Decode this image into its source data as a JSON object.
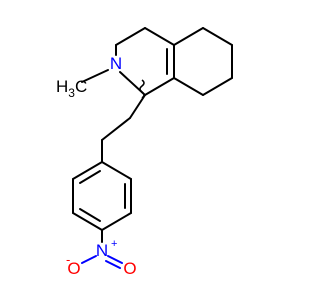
{
  "structure": {
    "atoms": {
      "nitrogen_ring": "N",
      "methyl": "H3C",
      "methyl_prefix": "H",
      "methyl_subscript": "3",
      "methyl_suffix": "C",
      "nitro_nitrogen": "N",
      "nitro_oxygen_left": "O",
      "nitro_oxygen_right": "O",
      "nitro_plus_charge": "+",
      "nitro_minus_charge": "-"
    },
    "colors": {
      "bond": "#000000",
      "oxygen": "#ff0000",
      "nitrogen": "#0000ff"
    }
  }
}
